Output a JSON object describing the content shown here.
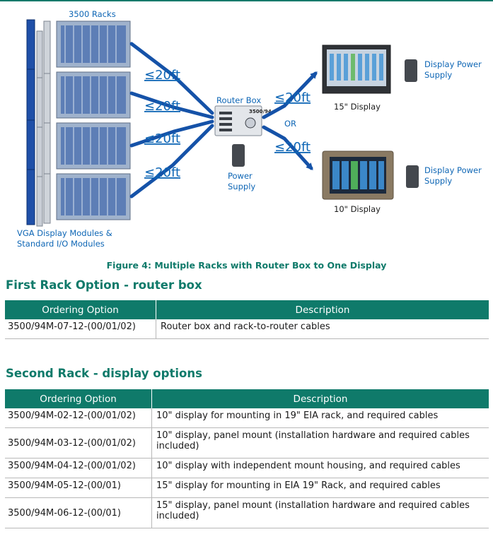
{
  "diagram": {
    "racks_label": "3500 Racks",
    "modules_label_line1": "VGA Display Modules &",
    "modules_label_line2": "Standard I/O Modules",
    "distances": [
      "≤20ft",
      "≤20ft",
      "≤20ft",
      "≤20ft"
    ],
    "router_box_label": "Router Box",
    "router_device_text": "3500/94",
    "power_supply_line1": "Power",
    "power_supply_line2": "Supply",
    "router_to_display_distances": [
      "≤20ft",
      "≤20ft"
    ],
    "or_label": "OR",
    "display_15_label": "15\" Display",
    "display_10_label": "10\" Display",
    "display_power_line1": "Display Power",
    "display_power_line2": "Supply",
    "colors": {
      "accent_blue": "#0e66b5",
      "arrow_blue": "#1552a8",
      "teal": "#0f7a6a"
    }
  },
  "caption": "Figure 4:  Multiple Racks with Router Box to One Display",
  "first_section": {
    "title": "First Rack Option - router box",
    "headers": [
      "Ordering Option",
      "Description"
    ],
    "rows": [
      [
        "3500/94M-07-12-(00/01/02)",
        "Router box and rack-to-router cables"
      ]
    ]
  },
  "second_section": {
    "title": "Second Rack - display options",
    "headers": [
      "Ordering Option",
      "Description"
    ],
    "rows": [
      [
        "3500/94M-02-12-(00/01/02)",
        "10\" display for mounting in 19\" EIA rack, and required cables"
      ],
      [
        "3500/94M-03-12-(00/01/02)",
        "10\" display, panel mount (installation hardware and required cables included)"
      ],
      [
        "3500/94M-04-12-(00/01/02)",
        "10\" display with independent mount housing, and required cables"
      ],
      [
        "3500/94M-05-12-(00/01)",
        "15\" display for mounting in EIA 19\" Rack, and required cables"
      ],
      [
        "3500/94M-06-12-(00/01)",
        "15\" display, panel mount (installation hardware and required cables included)"
      ]
    ]
  }
}
